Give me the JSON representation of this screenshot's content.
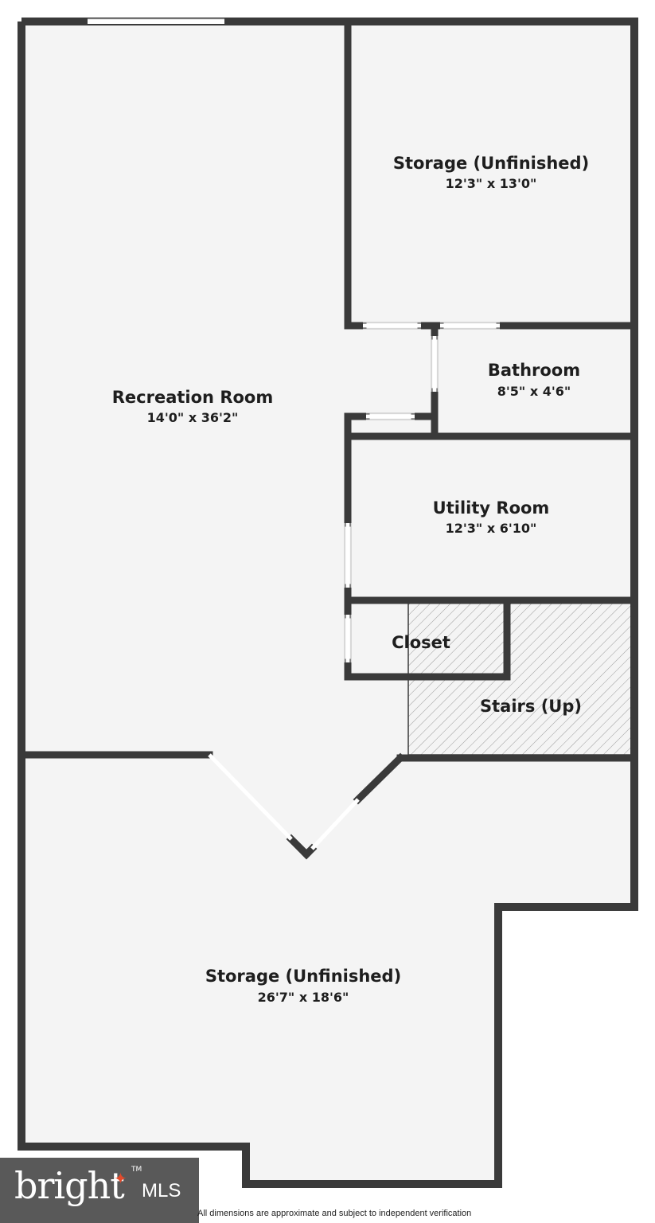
{
  "rooms": {
    "storage_top": {
      "name": "Storage (Unfinished)",
      "dims": "12'3\" x 13'0\""
    },
    "recreation": {
      "name": "Recreation Room",
      "dims": "14'0\" x 36'2\""
    },
    "bathroom": {
      "name": "Bathroom",
      "dims": "8'5\" x 4'6\""
    },
    "utility": {
      "name": "Utility Room",
      "dims": "12'3\" x 6'10\""
    },
    "closet": {
      "name": "Closet"
    },
    "stairs": {
      "name": "Stairs (Up)"
    },
    "storage_bottom": {
      "name": "Storage (Unfinished)",
      "dims": "26'7\" x 18'6\""
    }
  },
  "watermark": {
    "brand": "bright",
    "suffix": "MLS",
    "trademark": "TM"
  },
  "disclaimer": "All dimensions are approximate and subject to independent verification",
  "colors": {
    "wall": "#3a3a3a",
    "floor": "#f4f4f4",
    "background": "#ffffff",
    "stairs_hatch": "#9a9a9a",
    "watermark_bg": "#595959",
    "brand_star": "#e24a2b"
  }
}
